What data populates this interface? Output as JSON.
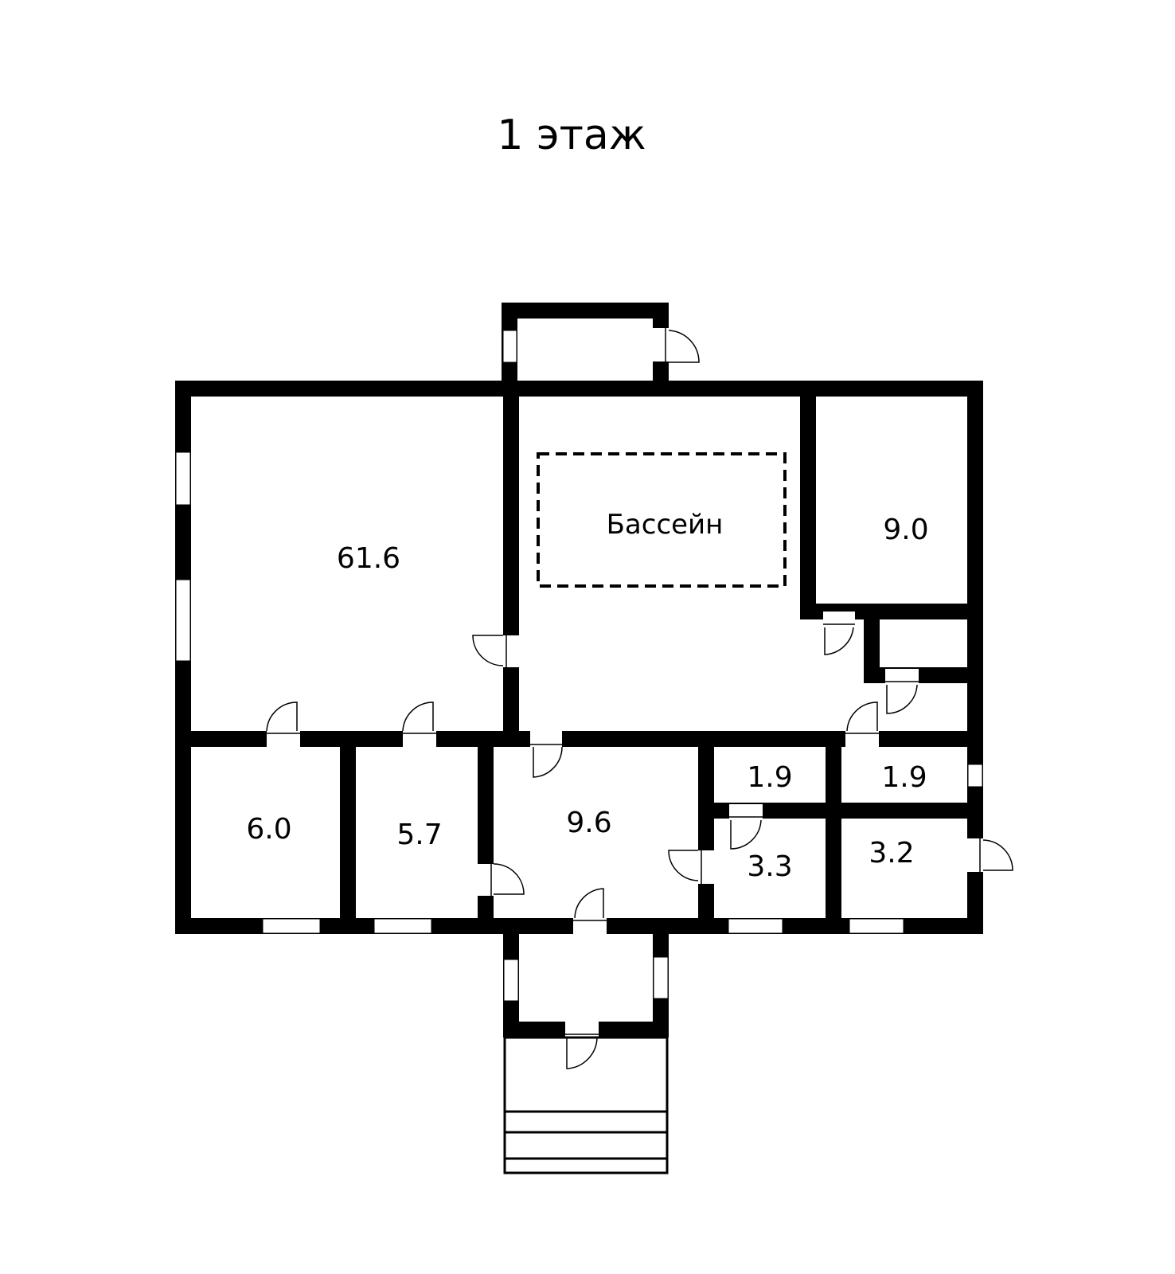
{
  "plan": {
    "title": "1 этаж",
    "accent_color": "#000000",
    "background_color": "#ffffff"
  },
  "rooms": [
    {
      "id": "hall-large",
      "label": "61.6"
    },
    {
      "id": "pool-hall",
      "label": "Бассейн"
    },
    {
      "id": "room-ne",
      "label": "9.0"
    },
    {
      "id": "room-6",
      "label": "6.0"
    },
    {
      "id": "room-5-7",
      "label": "5.7"
    },
    {
      "id": "room-9-6",
      "label": "9.6"
    },
    {
      "id": "room-1-9-a",
      "label": "1.9"
    },
    {
      "id": "room-1-9-b",
      "label": "1.9"
    },
    {
      "id": "room-3-3",
      "label": "3.3"
    },
    {
      "id": "room-3-2",
      "label": "3.2"
    }
  ]
}
